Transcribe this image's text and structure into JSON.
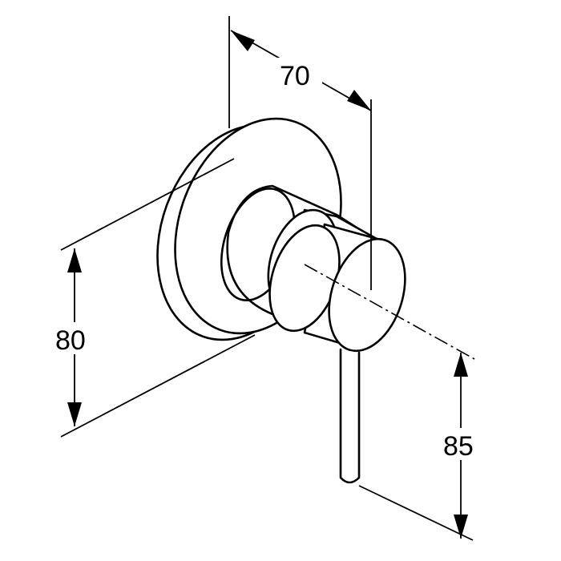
{
  "dimensions": {
    "width": "70",
    "height": "80",
    "lever_drop": "85"
  },
  "colors": {
    "line": "#000000",
    "background": "#ffffff"
  }
}
